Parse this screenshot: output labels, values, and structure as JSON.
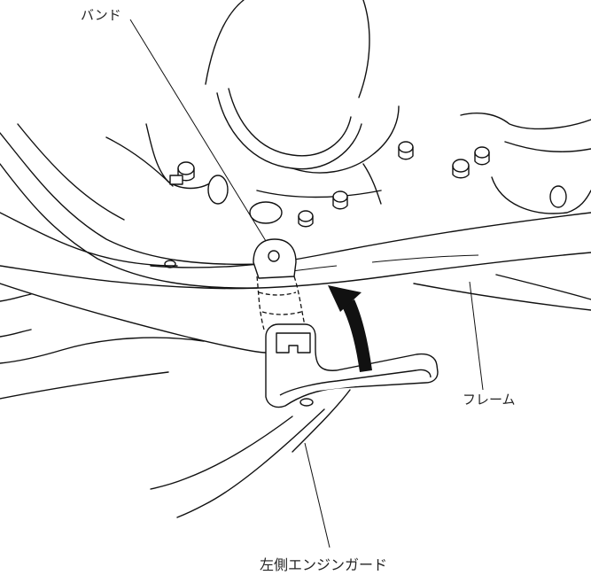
{
  "labels": {
    "band": "バンド",
    "frame": "フレーム",
    "engine_guard": "左側エンジンガード"
  },
  "colors": {
    "line": "#111111",
    "arrow": "#111111",
    "background": "#ffffff"
  }
}
